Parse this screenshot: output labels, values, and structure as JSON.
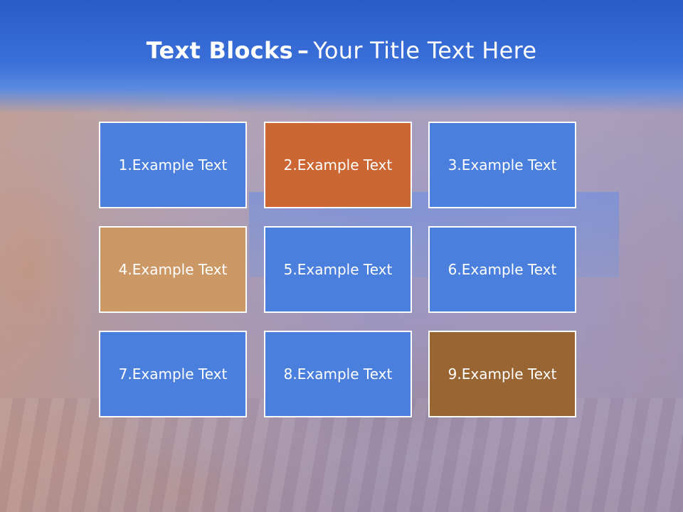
{
  "slide": {
    "title_bold": "Text Blocks",
    "title_dash": "–",
    "title_rest": "Your Title Text Here"
  },
  "blocks": [
    {
      "label": "1.Example Text",
      "color": "#4a7fde"
    },
    {
      "label": "2.Example Text",
      "color": "#cc6633"
    },
    {
      "label": "3.Example Text",
      "color": "#4a7fde"
    },
    {
      "label": "4.Example Text",
      "color": "#cc9966"
    },
    {
      "label": "5.Example Text",
      "color": "#4a7fde"
    },
    {
      "label": "6.Example Text",
      "color": "#4a7fde"
    },
    {
      "label": "7.Example Text",
      "color": "#4a7fde"
    },
    {
      "label": "8.Example Text",
      "color": "#4a7fde"
    },
    {
      "label": "9.Example Text",
      "color": "#996633"
    }
  ],
  "colors": {
    "header": "#2a5cc8",
    "text": "#ffffff",
    "border": "#ffffff"
  }
}
